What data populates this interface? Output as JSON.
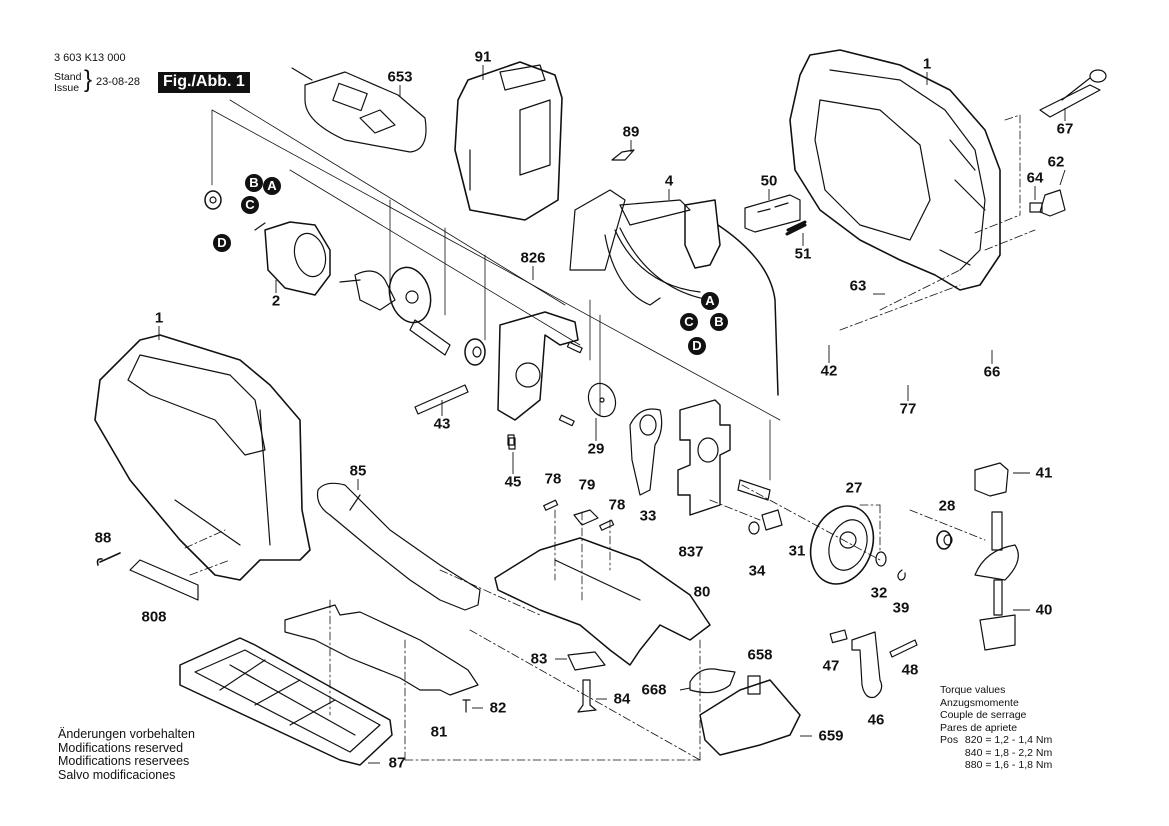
{
  "header": {
    "document_number": "3 603 K13 000",
    "stand_label": "Stand",
    "issue_label": "Issue",
    "date": "23-08-28",
    "figure_label": "Fig./Abb. 1"
  },
  "parts": [
    {
      "id": "653",
      "label": "653"
    },
    {
      "id": "91",
      "label": "91"
    },
    {
      "id": "1a",
      "label": "1"
    },
    {
      "id": "67",
      "label": "67"
    },
    {
      "id": "89",
      "label": "89"
    },
    {
      "id": "4",
      "label": "4"
    },
    {
      "id": "50",
      "label": "50"
    },
    {
      "id": "62",
      "label": "62"
    },
    {
      "id": "64",
      "label": "64"
    },
    {
      "id": "51",
      "label": "51"
    },
    {
      "id": "2",
      "label": "2"
    },
    {
      "id": "826",
      "label": "826"
    },
    {
      "id": "63",
      "label": "63"
    },
    {
      "id": "1b",
      "label": "1"
    },
    {
      "id": "42",
      "label": "42"
    },
    {
      "id": "66",
      "label": "66"
    },
    {
      "id": "77",
      "label": "77"
    },
    {
      "id": "43",
      "label": "43"
    },
    {
      "id": "29",
      "label": "29"
    },
    {
      "id": "45",
      "label": "45"
    },
    {
      "id": "85",
      "label": "85"
    },
    {
      "id": "41",
      "label": "41"
    },
    {
      "id": "78a",
      "label": "78"
    },
    {
      "id": "79",
      "label": "79"
    },
    {
      "id": "78b",
      "label": "78"
    },
    {
      "id": "33",
      "label": "33"
    },
    {
      "id": "27",
      "label": "27"
    },
    {
      "id": "28",
      "label": "28"
    },
    {
      "id": "88",
      "label": "88"
    },
    {
      "id": "837",
      "label": "837"
    },
    {
      "id": "34",
      "label": "34"
    },
    {
      "id": "31",
      "label": "31"
    },
    {
      "id": "32",
      "label": "32"
    },
    {
      "id": "39",
      "label": "39"
    },
    {
      "id": "40",
      "label": "40"
    },
    {
      "id": "808",
      "label": "808"
    },
    {
      "id": "80",
      "label": "80"
    },
    {
      "id": "658",
      "label": "658"
    },
    {
      "id": "47",
      "label": "47"
    },
    {
      "id": "48",
      "label": "48"
    },
    {
      "id": "83",
      "label": "83"
    },
    {
      "id": "668",
      "label": "668"
    },
    {
      "id": "84",
      "label": "84"
    },
    {
      "id": "82",
      "label": "82"
    },
    {
      "id": "46",
      "label": "46"
    },
    {
      "id": "81",
      "label": "81"
    },
    {
      "id": "659",
      "label": "659"
    },
    {
      "id": "87",
      "label": "87"
    }
  ],
  "connectors": [
    {
      "id": "motor-B",
      "label": "B"
    },
    {
      "id": "motor-A",
      "label": "A"
    },
    {
      "id": "motor-C",
      "label": "C"
    },
    {
      "id": "motor-D",
      "label": "D"
    },
    {
      "id": "switch-A",
      "label": "A"
    },
    {
      "id": "switch-C",
      "label": "C"
    },
    {
      "id": "switch-B",
      "label": "B"
    },
    {
      "id": "switch-D",
      "label": "D"
    }
  ],
  "notes": {
    "lines": [
      "Änderungen vorbehalten",
      "Modifications reserved",
      "Modifications reservees",
      "Salvo modificaciones"
    ]
  },
  "torque": {
    "titles": [
      "Torque values",
      "Anzugsmomente",
      "Couple de serrage",
      "Pares de apriete"
    ],
    "rows": [
      {
        "prefix": "Pos",
        "pos": "820",
        "value": "1,2 - 1,4 Nm"
      },
      {
        "prefix": "",
        "pos": "840",
        "value": "1,8 - 2,2 Nm"
      },
      {
        "prefix": "",
        "pos": "880",
        "value": "1,6 - 1,8 Nm"
      }
    ]
  }
}
